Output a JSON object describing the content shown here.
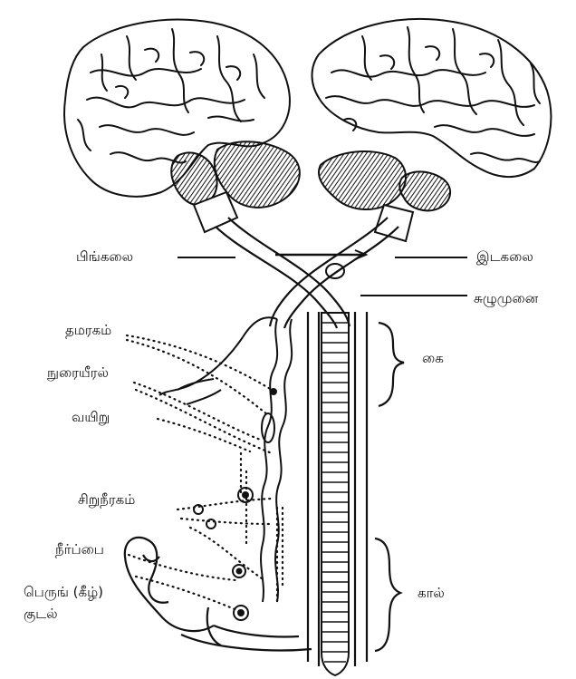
{
  "labels": {
    "pingalai": "பிங்கலை",
    "idakalai": "இடகலை",
    "sushumna": "சுழுமுனை",
    "thamaragam": "தமரகம்",
    "lungs": "நுரையீரல்",
    "stomach": "வயிறு",
    "kai": "கை",
    "kidney": "சிறுநீரகம்",
    "bladder": "நீர்ப்பை",
    "intestine_line1": "பெருங் (கீழ்)",
    "intestine_line2": "குடல்",
    "kaal": "கால்"
  },
  "colors": {
    "ink": "#111111",
    "background": "#ffffff",
    "fill_dark": "#1a1a1a"
  }
}
